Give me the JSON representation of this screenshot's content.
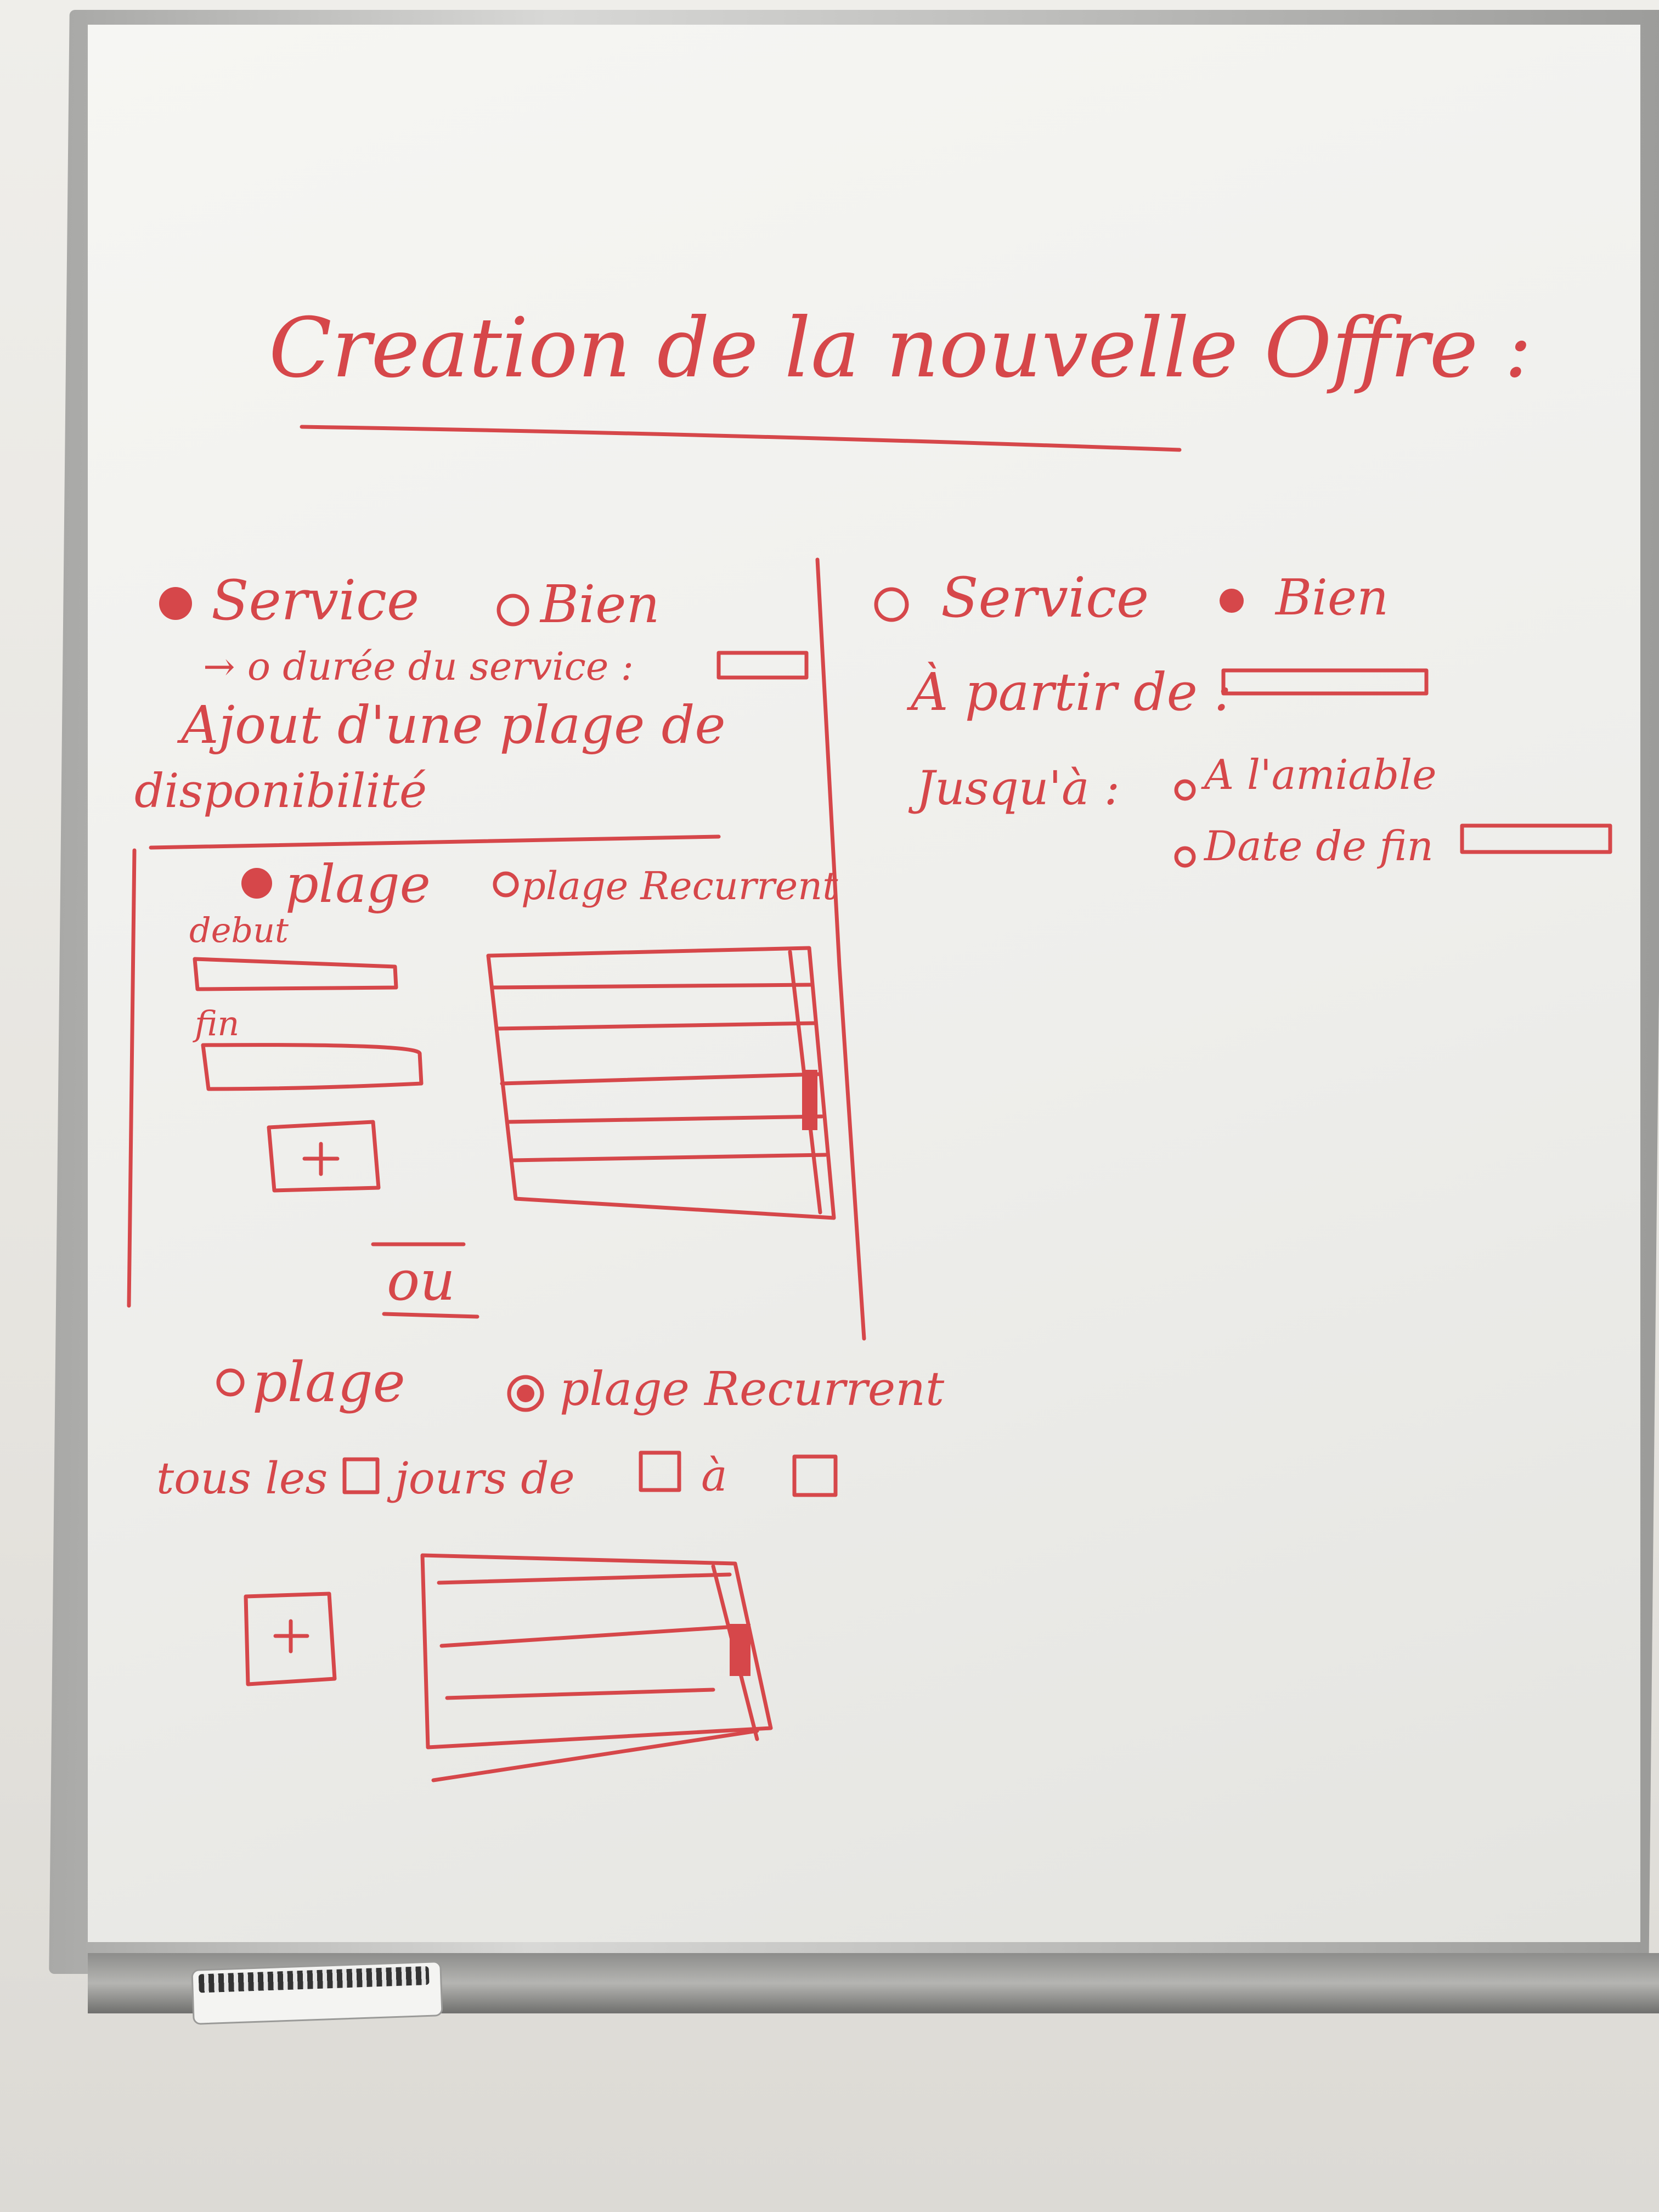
{
  "title": "Creation de la nouvelle Offre :",
  "left_panel": {
    "type_options": [
      {
        "label": "Service",
        "selected": true
      },
      {
        "label": "Bien",
        "selected": false
      }
    ],
    "duration_label": "→ o durée du service :",
    "add_range_heading_1": "Ajout d'une plage de",
    "add_range_heading_2": "disponibilité",
    "range_options_a": [
      {
        "label": "plage",
        "selected": true
      },
      {
        "label": "plage Recurrent",
        "selected": false
      }
    ],
    "start_label": "debut",
    "end_label": "fin",
    "add_button_label": "+",
    "separator": "ou",
    "range_options_b": [
      {
        "label": "plage",
        "selected": false
      },
      {
        "label": "plage Recurrent",
        "selected": true
      }
    ],
    "recurrence_sentence": {
      "part1": "tous les",
      "part2": "jours de",
      "part3": "à"
    },
    "add_button_label_2": "+"
  },
  "right_panel": {
    "type_options": [
      {
        "label": "Service",
        "selected": false
      },
      {
        "label": "Bien",
        "selected": true
      }
    ],
    "from_label": "À partir de :",
    "until_label": "Jusqu'à :",
    "until_options": [
      {
        "label": "A l'amiable",
        "selected": false
      },
      {
        "label": "Date de fin",
        "selected": false
      }
    ]
  },
  "colors": {
    "marker_red": "#d6474a",
    "board_white": "#f2f2ef",
    "frame_gray": "#a9a9a7"
  }
}
